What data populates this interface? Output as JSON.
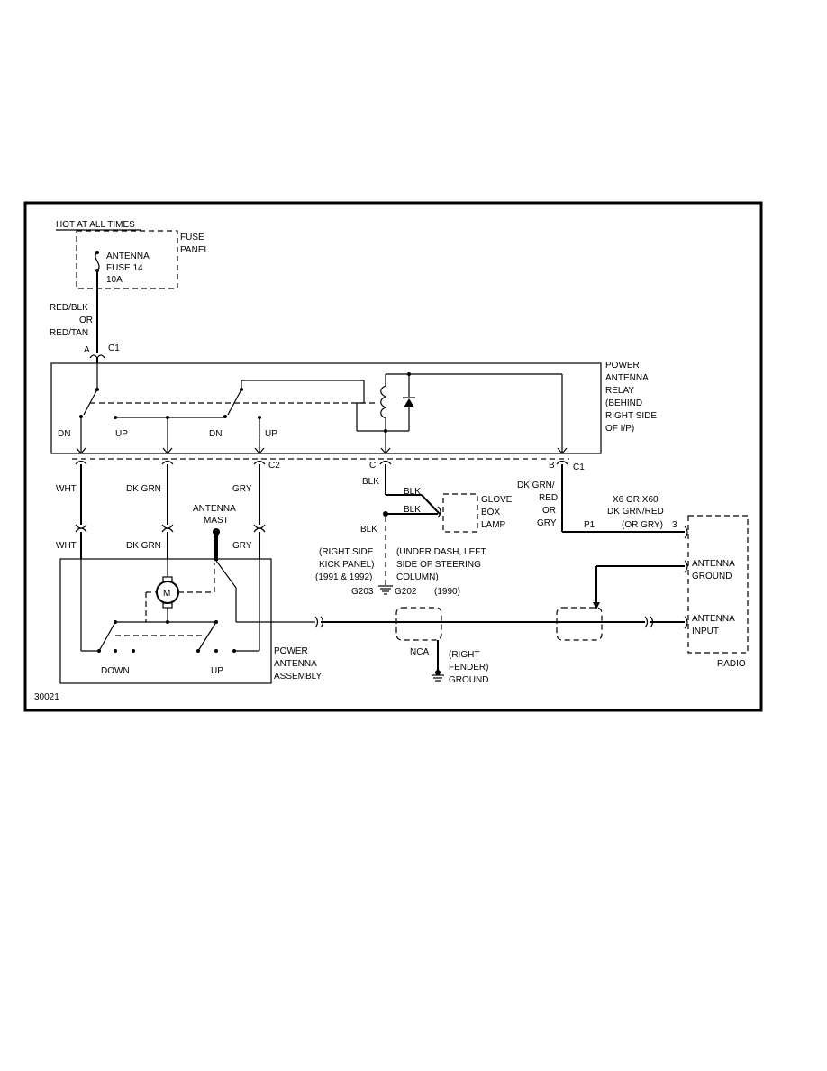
{
  "labels": {
    "hot_at_all_times": "HOT AT ALL TIMES",
    "fuse_panel_1": "FUSE",
    "fuse_panel_2": "PANEL",
    "fuse_name_1": "ANTENNA",
    "fuse_name_2": "FUSE 14",
    "fuse_rating": "10A",
    "wire_red_blk": "RED/BLK",
    "wire_or_1": "OR",
    "wire_red_tan": "RED/TAN",
    "pin_a": "A",
    "conn_c1_top": "C1",
    "relay_1": "POWER",
    "relay_2": "ANTENNA",
    "relay_3": "RELAY",
    "relay_4": "(BEHIND",
    "relay_5": "RIGHT SIDE",
    "relay_6": "OF I/P)",
    "sw_dn_1": "DN",
    "sw_up_1": "UP",
    "sw_dn_2": "DN",
    "sw_up_2": "UP",
    "pin_c": "C",
    "pin_b": "B",
    "conn_c1_b": "C1",
    "conn_c2": "C2",
    "wht_1": "WHT",
    "wht_2": "WHT",
    "dkgrn_1": "DK GRN",
    "dkgrn_2": "DK GRN",
    "gry_1": "GRY",
    "gry_2": "GRY",
    "blk_c": "BLK",
    "blk_lamp_1": "BLK",
    "blk_lamp_2": "BLK",
    "blk_ground": "BLK",
    "glove_1": "GLOVE",
    "glove_2": "BOX",
    "glove_3": "LAMP",
    "dkgrnred_1": "DK GRN/",
    "dkgrnred_2": "RED",
    "dkgrnred_3": "OR",
    "dkgrnred_4": "GRY",
    "x6_1": "X6 OR X60",
    "x6_2": "DK GRN/RED",
    "x6_3": "(OR GRY)",
    "p1": "P1",
    "pin_3": "3",
    "radio_ant_gnd_1": "ANTENNA",
    "radio_ant_gnd_2": "GROUND",
    "radio_ant_in_1": "ANTENNA",
    "radio_ant_in_2": "INPUT",
    "radio": "RADIO",
    "mast_1": "ANTENNA",
    "mast_2": "MAST",
    "motor": "M",
    "down": "DOWN",
    "up": "UP",
    "assy_1": "POWER",
    "assy_2": "ANTENNA",
    "assy_3": "ASSEMBLY",
    "kick_1": "(RIGHT SIDE",
    "kick_2": "KICK PANEL)",
    "kick_3": "(1991 & 1992)",
    "dash_1": "(UNDER DASH, LEFT",
    "dash_2": "SIDE OF STEERING",
    "dash_3": "COLUMN)",
    "g203": "G203",
    "g202": "G202",
    "y1990": "(1990)",
    "nca": "NCA",
    "fender_1": "(RIGHT",
    "fender_2": "FENDER)",
    "fender_3": "GROUND",
    "fig_id": "30021"
  }
}
